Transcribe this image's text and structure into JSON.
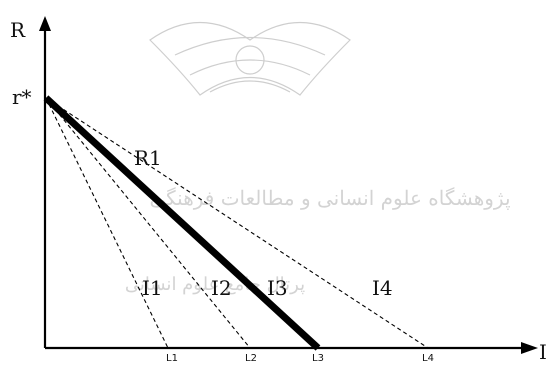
{
  "axes": {
    "y_label": "R",
    "x_label": "I"
  },
  "origin_label": "r*",
  "line_labels": {
    "r1": "R1",
    "i1": "I1",
    "i2": "I2",
    "i3": "I3",
    "i4": "I4"
  },
  "ticks": [
    "L1",
    "L2",
    "L3",
    "L4"
  ],
  "watermark": {
    "line1": "پژوهشگاه علوم انسانی و مطالعات فرهنگی",
    "line2": "پرتال جامع علوم انسانی"
  }
}
